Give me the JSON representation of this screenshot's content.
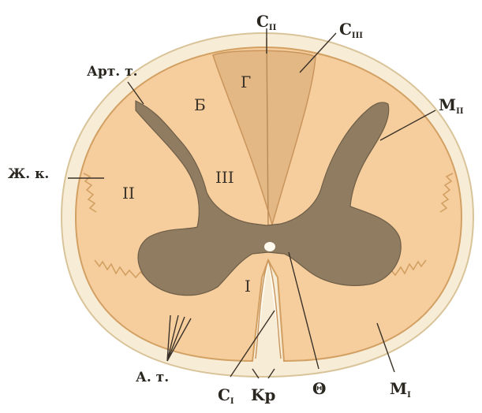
{
  "diagram": {
    "colors": {
      "background": "#ffffff",
      "membrane_fill": "#f7ecd6",
      "membrane_outline": "#d9c49a",
      "white_matter": "#f6ce9e",
      "white_matter_edge": "#d2a062",
      "dorsal_column_G": "#e3b885",
      "grey_matter": "#8f7c61",
      "text": "#2a2620"
    },
    "labels": {
      "s2_main": "C",
      "s2_sub": "II",
      "s3_main": "C",
      "s3_sub": "III",
      "art_t": "Арт. т.",
      "m2_main": "M",
      "m2_sub": "II",
      "zh_k": "Ж. к.",
      "a_t": "А. т.",
      "s1_main": "C",
      "s1_sub": "I",
      "kr": "Kp",
      "theta": "Θ",
      "m1_main": "M",
      "m1_sub": "I"
    },
    "region_labels": {
      "G": "Г",
      "B": "Б",
      "III": "III",
      "II": "II",
      "I": "I"
    }
  }
}
